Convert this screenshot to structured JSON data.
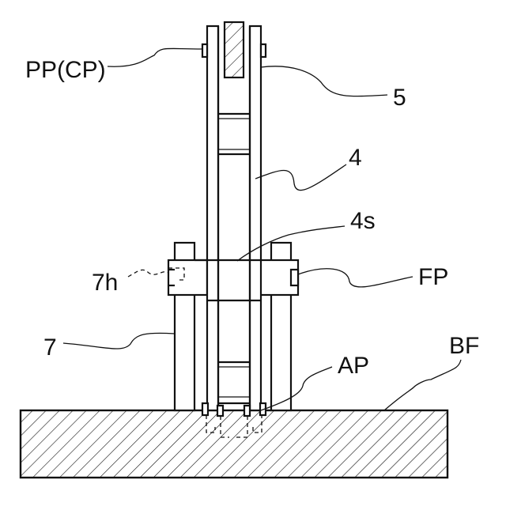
{
  "diagram": {
    "labels": {
      "pp_cp": "PP(CP)",
      "five": "5",
      "four": "4",
      "four_s": "4s",
      "seven_h": "7h",
      "fp": "FP",
      "seven": "7",
      "ap": "AP",
      "bf": "BF"
    }
  }
}
